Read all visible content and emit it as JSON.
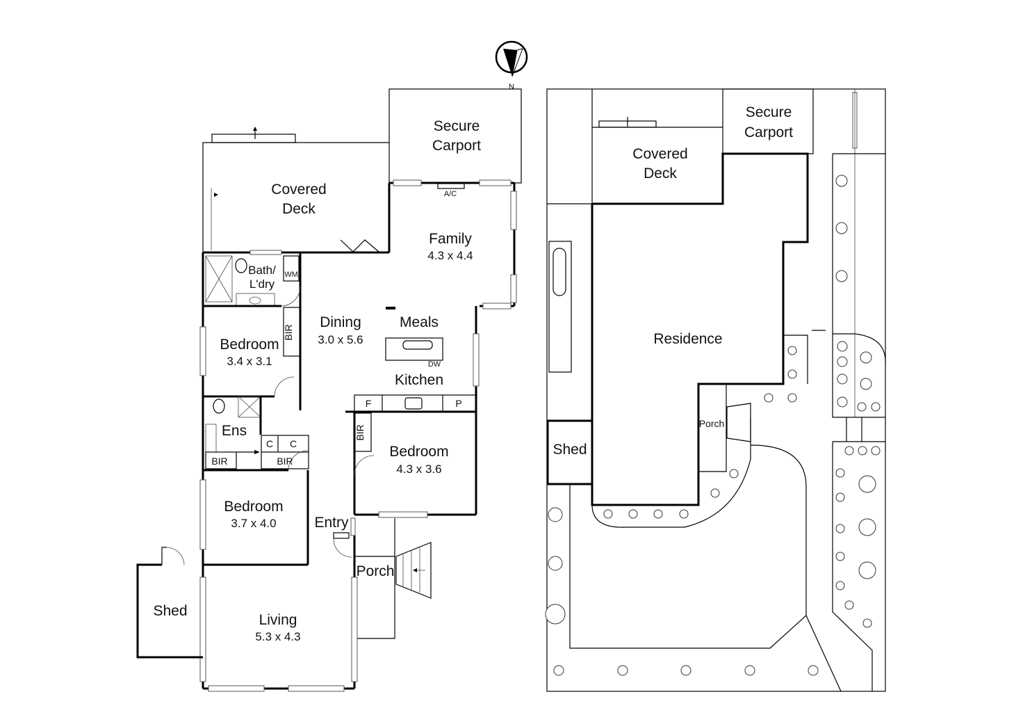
{
  "compass": {
    "label": "N"
  },
  "floor_plan": {
    "rooms": [
      {
        "name": "Secure",
        "name2": "Carport",
        "dims": ""
      },
      {
        "name": "Covered",
        "name2": "Deck",
        "dims": ""
      },
      {
        "name": "Family",
        "dims": "4.3 x 4.4"
      },
      {
        "name": "Bath/",
        "name2": "L'dry",
        "dims": ""
      },
      {
        "name": "Dining",
        "dims": "3.0 x 5.6"
      },
      {
        "name": "Meals",
        "dims": ""
      },
      {
        "name": "Kitchen",
        "dims": ""
      },
      {
        "name": "Bedroom",
        "dims": "3.4 x 3.1"
      },
      {
        "name": "Ens",
        "dims": ""
      },
      {
        "name": "Bedroom",
        "dims": "4.3 x 3.6"
      },
      {
        "name": "Bedroom",
        "dims": "3.7 x 4.0"
      },
      {
        "name": "Entry",
        "dims": ""
      },
      {
        "name": "Porch",
        "dims": ""
      },
      {
        "name": "Living",
        "dims": "5.3 x 4.3"
      },
      {
        "name": "Shed",
        "dims": ""
      }
    ],
    "fixtures": {
      "ac": "A/C",
      "wm": "WM",
      "dw": "DW",
      "fridge": "F",
      "pantry": "P",
      "bir": "BIR",
      "cupboard": "C"
    }
  },
  "site_plan": {
    "labels": {
      "carport1": "Secure",
      "carport2": "Carport",
      "deck1": "Covered",
      "deck2": "Deck",
      "residence": "Residence",
      "porch": "Porch",
      "shed": "Shed"
    }
  }
}
